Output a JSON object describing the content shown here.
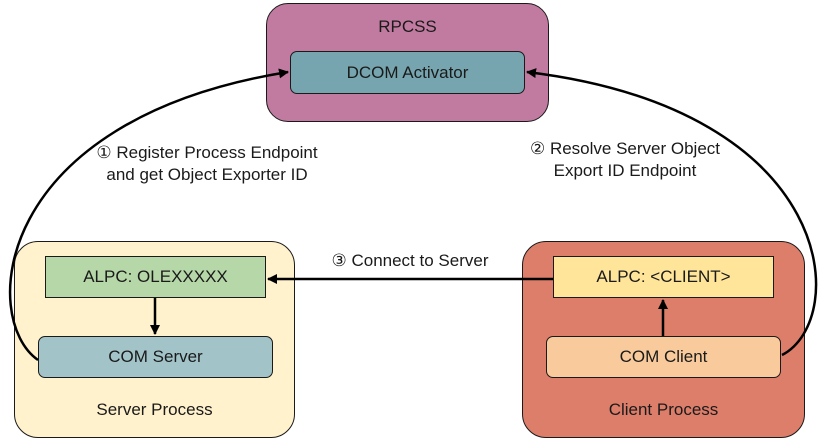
{
  "nodes": {
    "rpcss": {
      "title": "RPCSS",
      "color": "#c27ba0"
    },
    "dcom_activator": {
      "label": "DCOM Activator",
      "color": "#76a5af"
    },
    "server_process": {
      "title": "Server Process",
      "color": "#fff2cc"
    },
    "alpc_server": {
      "label": "ALPC: OLEXXXXX",
      "color": "#b6d7a8"
    },
    "com_server": {
      "label": "COM Server",
      "color": "#a2c4c9"
    },
    "client_process": {
      "title": "Client Process",
      "color": "#dd7e6b"
    },
    "alpc_client": {
      "label": "ALPC: <CLIENT>",
      "color": "#ffe599"
    },
    "com_client": {
      "label": "COM Client",
      "color": "#f9cb9c"
    }
  },
  "edges": {
    "step1": {
      "line1": "① Register Process Endpoint",
      "line2": "and get Object Exporter ID",
      "from": "COM Server",
      "to": "DCOM Activator"
    },
    "step2": {
      "line1": "② Resolve Server Object",
      "line2": "Export ID Endpoint",
      "from": "COM Client",
      "to": "DCOM Activator"
    },
    "step3": {
      "label": "③ Connect to Server",
      "from": "ALPC: <CLIENT>",
      "to": "ALPC: OLEXXXXX"
    },
    "internal_server": {
      "from": "ALPC: OLEXXXXX",
      "to": "COM Server"
    },
    "internal_client": {
      "from": "COM Client",
      "to": "ALPC: <CLIENT>"
    }
  }
}
